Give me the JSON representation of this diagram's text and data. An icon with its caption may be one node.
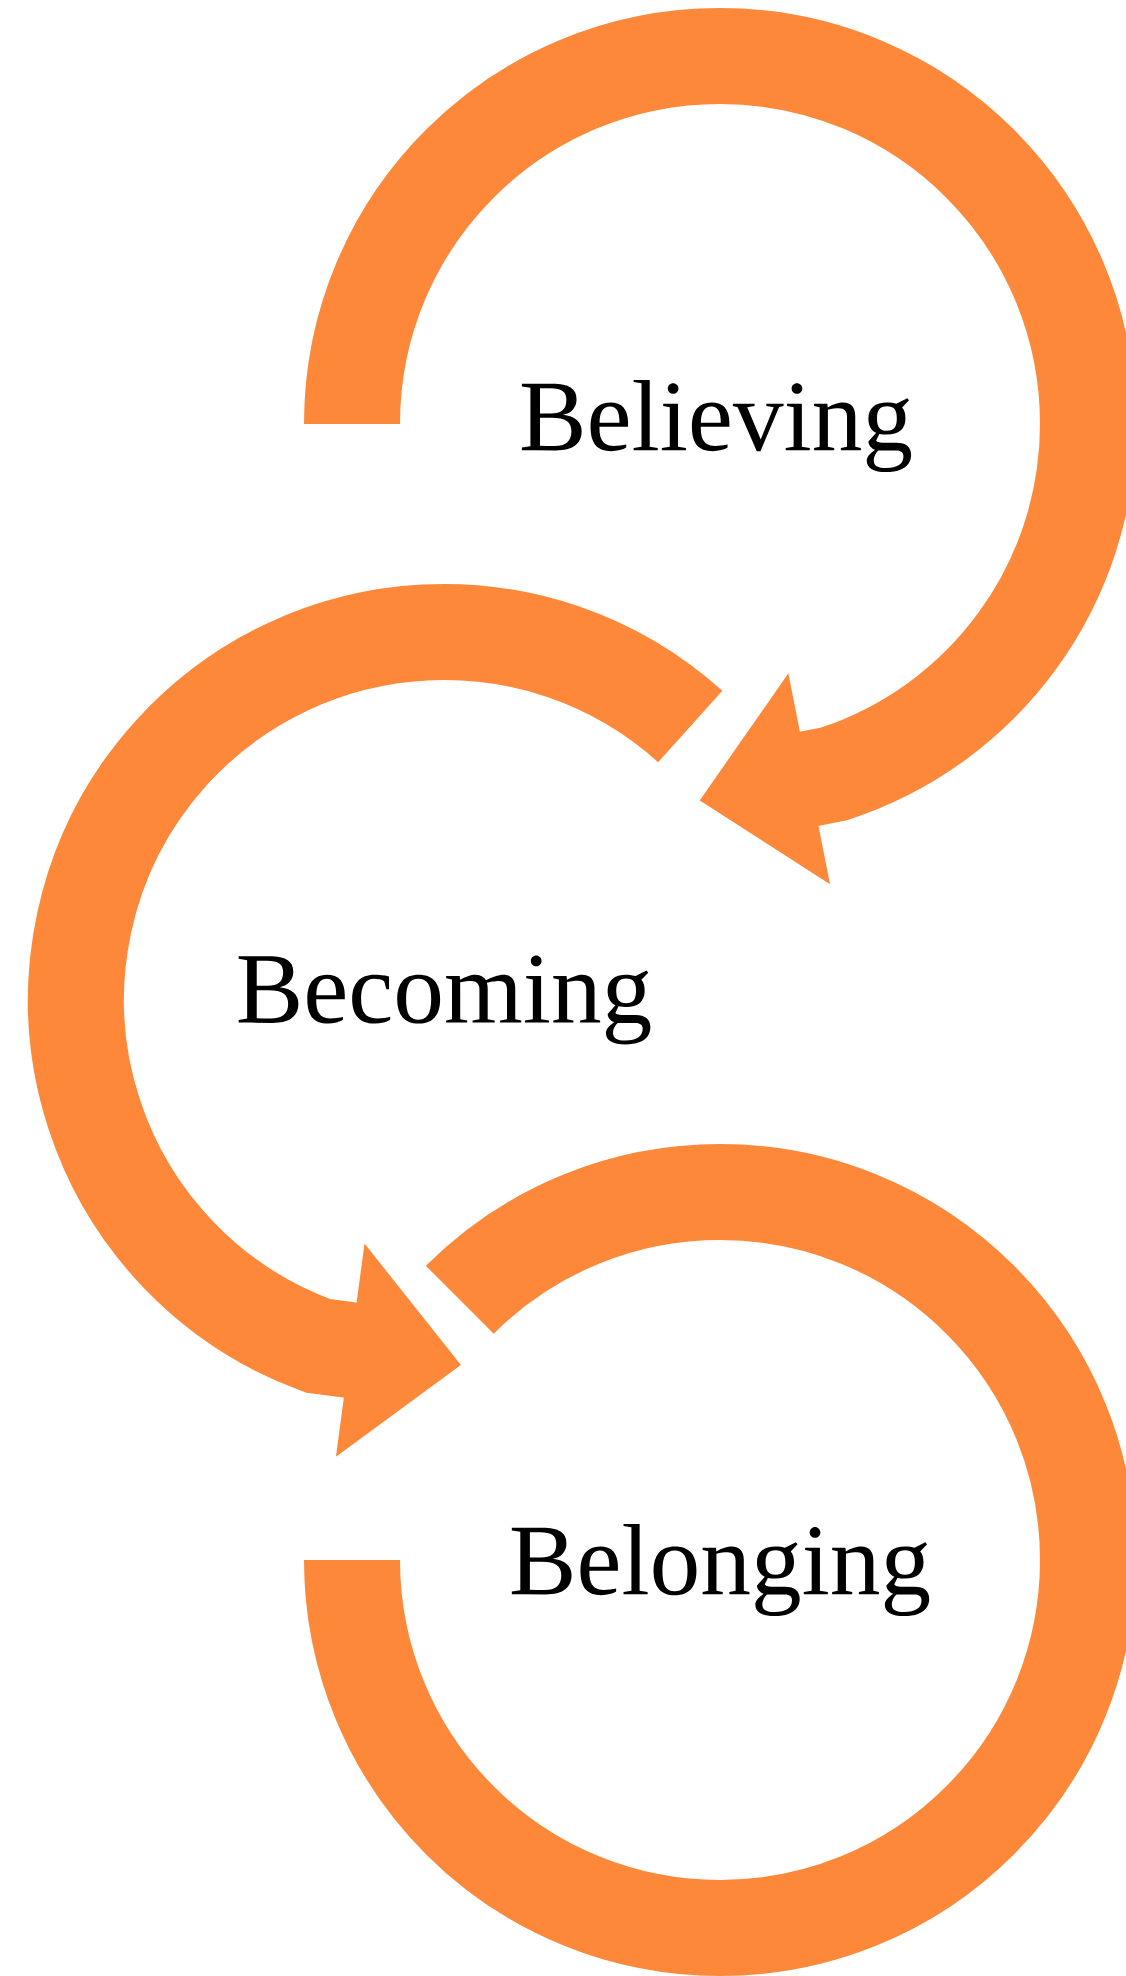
{
  "diagram": {
    "nodes": [
      {
        "text": [
          "Believing"
        ]
      },
      {
        "text": [
          "Becoming"
        ]
      },
      {
        "text": [
          "Belonging"
        ]
      }
    ]
  }
}
